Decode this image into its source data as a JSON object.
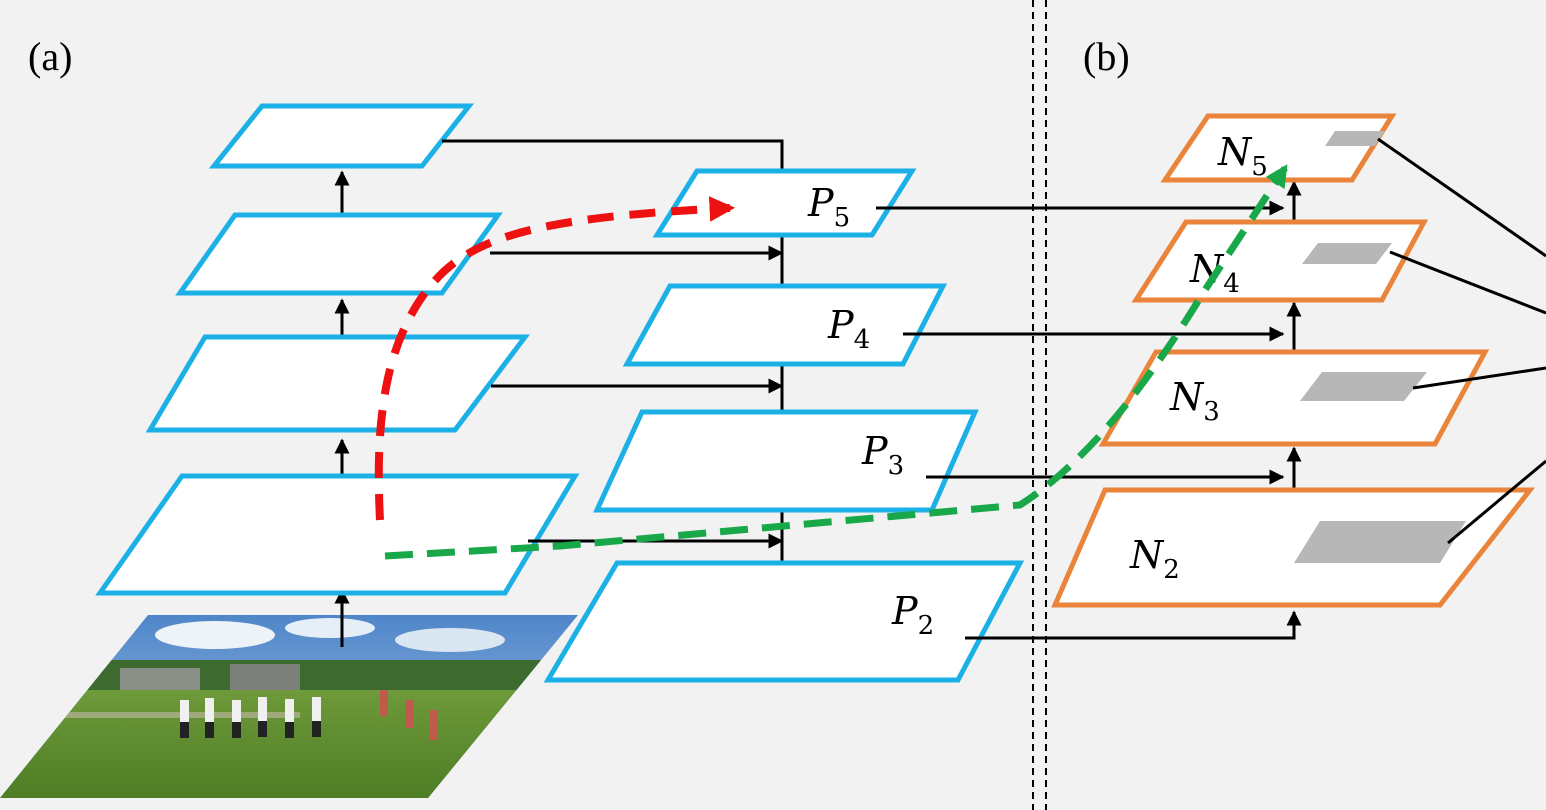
{
  "panels": {
    "a": "(a)",
    "b": "(b)"
  },
  "pyramid": {
    "levels": [
      {
        "letter": "P",
        "sub": "5"
      },
      {
        "letter": "P",
        "sub": "4"
      },
      {
        "letter": "P",
        "sub": "3"
      },
      {
        "letter": "P",
        "sub": "2"
      }
    ]
  },
  "augmented": {
    "levels": [
      {
        "letter": "N",
        "sub": "5"
      },
      {
        "letter": "N",
        "sub": "4"
      },
      {
        "letter": "N",
        "sub": "3"
      },
      {
        "letter": "N",
        "sub": "2"
      }
    ]
  },
  "colors": {
    "backbone": "#1bb0e6",
    "augmented": "#e9843a",
    "top_down_path": "#ee1111",
    "bottom_up_path": "#18a84a",
    "pooled_region": "#b7b7b7"
  },
  "image": "photo of people playing tug of war on grass"
}
